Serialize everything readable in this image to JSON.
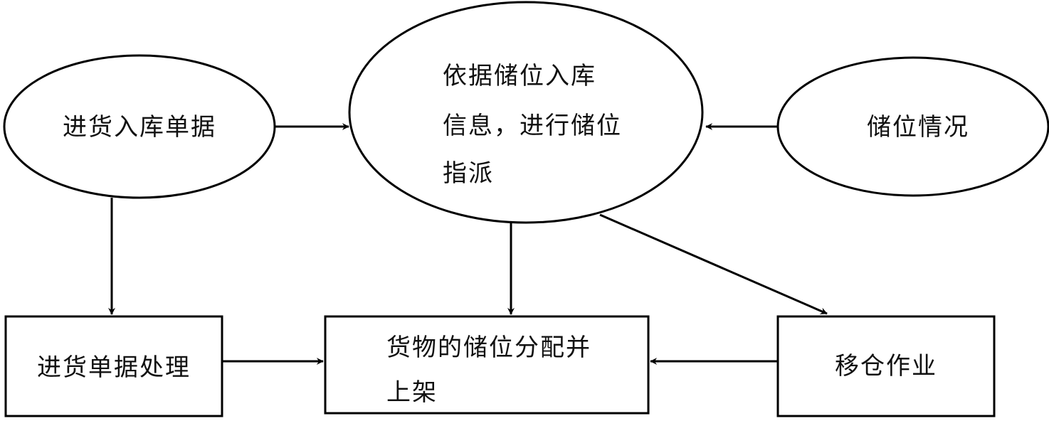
{
  "nodes": {
    "inbound_document": {
      "label": "进货入库单据"
    },
    "slot_assignment": {
      "lines": [
        "依据储位入库",
        "信息，进行储位",
        "指派"
      ]
    },
    "slot_status": {
      "label": "储位情况"
    },
    "document_processing": {
      "label": "进货单据处理"
    },
    "allocate_and_shelve": {
      "lines": [
        "货物的储位分配并",
        "上架"
      ]
    },
    "relocation": {
      "label": "移仓作业"
    }
  },
  "edges": [
    {
      "from": "inbound_document",
      "to": "slot_assignment"
    },
    {
      "from": "slot_status",
      "to": "slot_assignment"
    },
    {
      "from": "inbound_document",
      "to": "document_processing"
    },
    {
      "from": "slot_assignment",
      "to": "allocate_and_shelve"
    },
    {
      "from": "slot_assignment",
      "to": "relocation"
    },
    {
      "from": "document_processing",
      "to": "allocate_and_shelve"
    },
    {
      "from": "relocation",
      "to": "allocate_and_shelve"
    }
  ],
  "colors": {
    "stroke": "#000000",
    "fill": "#ffffff",
    "text": "#111111"
  }
}
